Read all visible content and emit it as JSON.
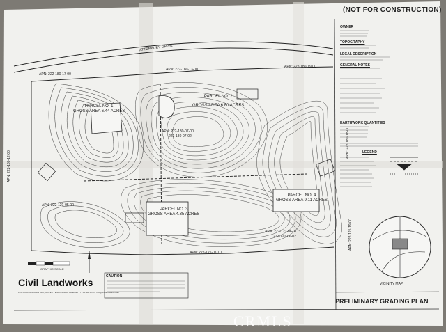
{
  "sheet": {
    "not_for_construction": "(NOT FOR CONSTRUCTION)",
    "title": "PRELIMINARY GRADING PLAN",
    "road": "ATTERBURY DRIVE",
    "vicinity_map": "VICINITY MAP",
    "watermark": "CRMLS"
  },
  "logo": {
    "name": "Civil Landworks",
    "contact": "1133 BURNSCHWEIG WAY, SUITE F · ESCONDIDO, CA 92026 · T 760.908.8745 · info@civillandworks.com"
  },
  "parcels": [
    {
      "label": "PARCEL NO. 1",
      "area": "GROSS AREA 6.44 ACRES"
    },
    {
      "label": "PARCEL NO. 2",
      "area": "GROSS AREA 6.80 ACRES"
    },
    {
      "label": "PARCEL NO. 3",
      "area": "GROSS AREA 4.35 ACRES"
    },
    {
      "label": "PARCEL NO. 4",
      "area": "GROSS AREA 9.11 ACRES"
    }
  ],
  "apn_labels": {
    "north_left": "APN: 222-180-17-00",
    "north_mid": "APN: 222-180-13-00",
    "north_right": "APN: 222-180-19-00",
    "center_1": "APN: 222-180-07-00",
    "center_2": "222-180-07-02",
    "south_a": "APN: 222-121-06-01",
    "south_b": "222-121-06-02",
    "south_bottom": "APN: 222-121-07-10",
    "west": "APN: 222-121-05-00",
    "west_vertical": "APN: 222-180-12-00",
    "east_vertical": "APN: 222-121-19-00",
    "east_upper_vertical": "APN: 222-180-18-00"
  },
  "notes": {
    "heads": [
      "OWNER",
      "TOPOGRAPHY",
      "LEGAL DESCRIPTION",
      "GENERAL NOTES",
      "EARTHWORK QUANTITIES",
      "LEGEND"
    ],
    "caution": "CAUTION:",
    "scale": "GRAPHIC SCALE"
  },
  "colors": {
    "paper": "#f1f1ee",
    "ink": "#2a2a2a",
    "background": "#7d7a74"
  }
}
